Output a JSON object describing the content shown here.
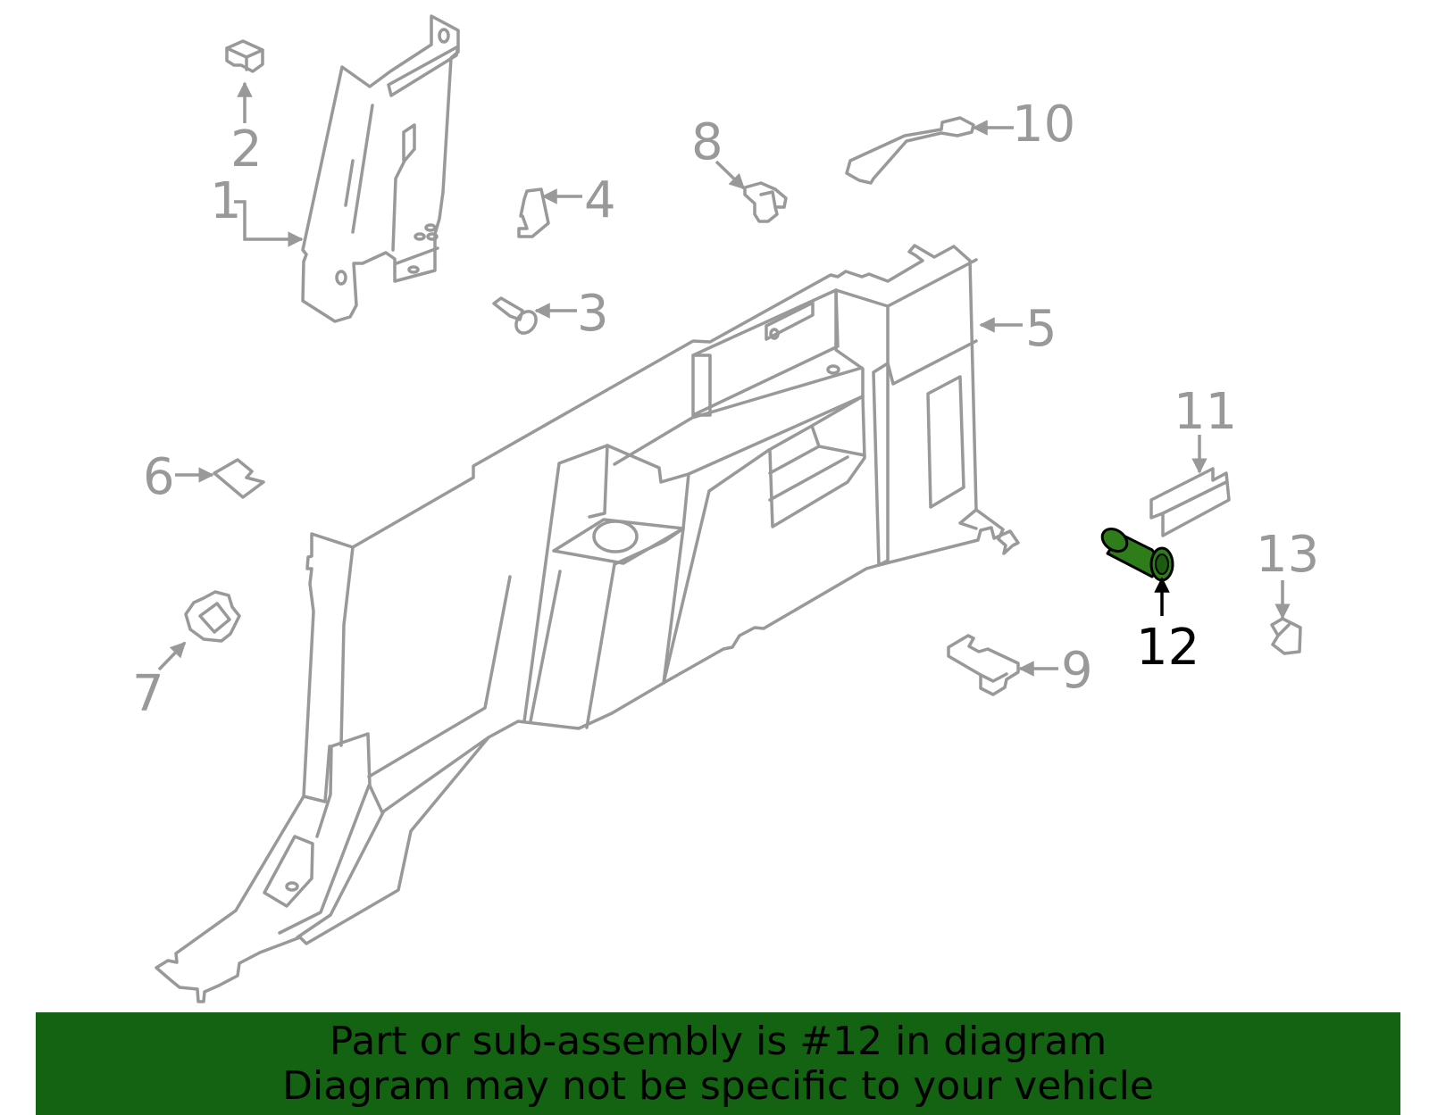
{
  "diagram": {
    "callouts": [
      "1",
      "2",
      "3",
      "4",
      "5",
      "6",
      "7",
      "8",
      "9",
      "10",
      "11",
      "12",
      "13"
    ],
    "highlighted_part": "12",
    "colors": {
      "line": "#999999",
      "highlight_part": "#2e7d1a",
      "highlight_label": "#000000",
      "banner_bg": "#136312",
      "banner_text": "#000000"
    }
  },
  "banner": {
    "line1": "Part or sub-assembly is #12 in diagram",
    "line2": "Diagram may not be specific to your vehicle"
  }
}
